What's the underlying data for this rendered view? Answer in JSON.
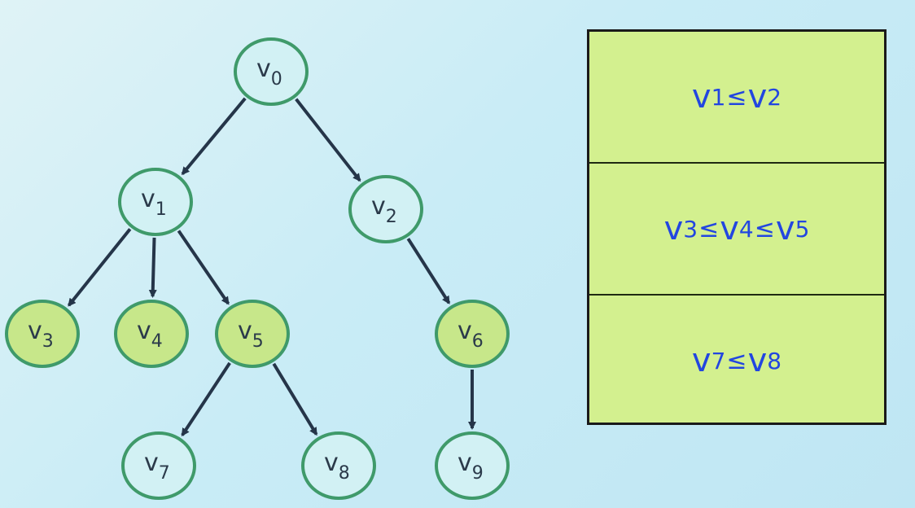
{
  "nodes": [
    {
      "id": "v0",
      "letter": "v",
      "sub": "0",
      "kind": "root"
    },
    {
      "id": "v1",
      "letter": "v",
      "sub": "1",
      "kind": "internal"
    },
    {
      "id": "v2",
      "letter": "v",
      "sub": "2",
      "kind": "internal"
    },
    {
      "id": "v3",
      "letter": "v",
      "sub": "3",
      "kind": "highlight"
    },
    {
      "id": "v4",
      "letter": "v",
      "sub": "4",
      "kind": "highlight"
    },
    {
      "id": "v5",
      "letter": "v",
      "sub": "5",
      "kind": "highlight"
    },
    {
      "id": "v6",
      "letter": "v",
      "sub": "6",
      "kind": "highlight"
    },
    {
      "id": "v7",
      "letter": "v",
      "sub": "7",
      "kind": "leaf"
    },
    {
      "id": "v8",
      "letter": "v",
      "sub": "8",
      "kind": "leaf"
    },
    {
      "id": "v9",
      "letter": "v",
      "sub": "9",
      "kind": "leaf"
    }
  ],
  "edges": [
    [
      "v0",
      "v1"
    ],
    [
      "v0",
      "v2"
    ],
    [
      "v1",
      "v3"
    ],
    [
      "v1",
      "v4"
    ],
    [
      "v1",
      "v5"
    ],
    [
      "v2",
      "v6"
    ],
    [
      "v5",
      "v7"
    ],
    [
      "v5",
      "v8"
    ],
    [
      "v6",
      "v9"
    ]
  ],
  "constraints": [
    {
      "parts": [
        {
          "v": "v",
          "s": "1"
        },
        {
          "op": "≤"
        },
        {
          "v": "v",
          "s": "2"
        }
      ]
    },
    {
      "parts": [
        {
          "v": "v",
          "s": "3"
        },
        {
          "op": "≤"
        },
        {
          "v": "v",
          "s": "4"
        },
        {
          "op": "≤"
        },
        {
          "v": "v",
          "s": "5"
        }
      ]
    },
    {
      "parts": [
        {
          "v": "v",
          "s": "7"
        },
        {
          "op": "≤"
        },
        {
          "v": "v",
          "s": "8"
        }
      ]
    }
  ],
  "colors": {
    "node_fill_light": "#d2f1f4",
    "node_fill_highlight": "#c7e78a",
    "node_stroke": "#3f9a6a",
    "edge": "#253549",
    "panel_fill": "#d3f08f",
    "panel_text": "#2246e0"
  }
}
